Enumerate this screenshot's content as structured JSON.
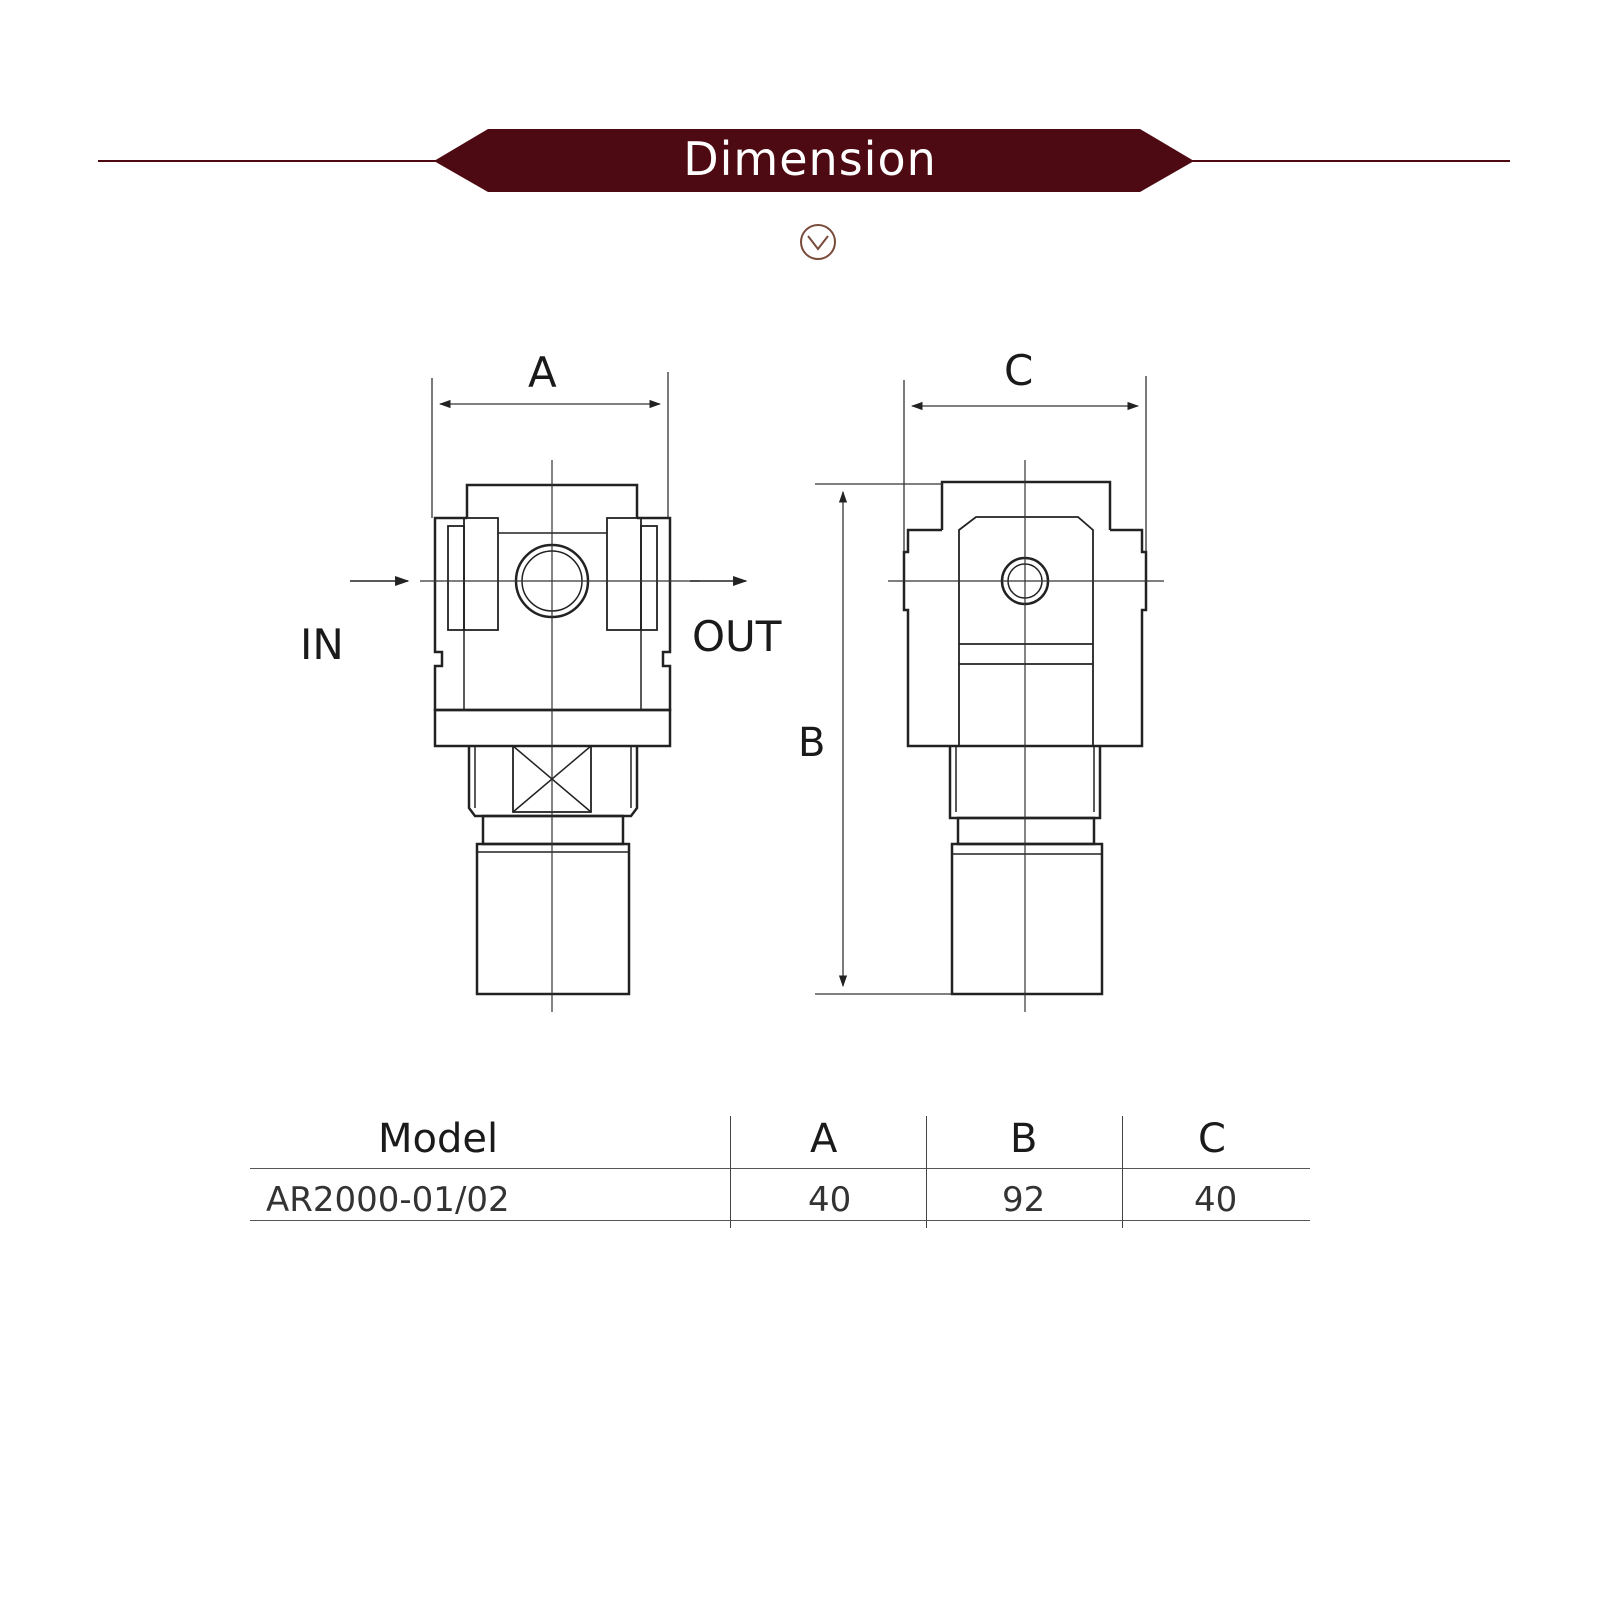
{
  "banner": {
    "title": "Dimension",
    "color": "#4d0a12",
    "icon": "chevron-down-circle-icon"
  },
  "diagram": {
    "labels": {
      "a": "A",
      "b": "B",
      "c": "C",
      "in": "IN",
      "out": "OUT"
    }
  },
  "table": {
    "headers": [
      "Model",
      "A",
      "B",
      "C"
    ],
    "rows": [
      [
        "AR2000-01/02",
        "40",
        "92",
        "40"
      ]
    ]
  }
}
